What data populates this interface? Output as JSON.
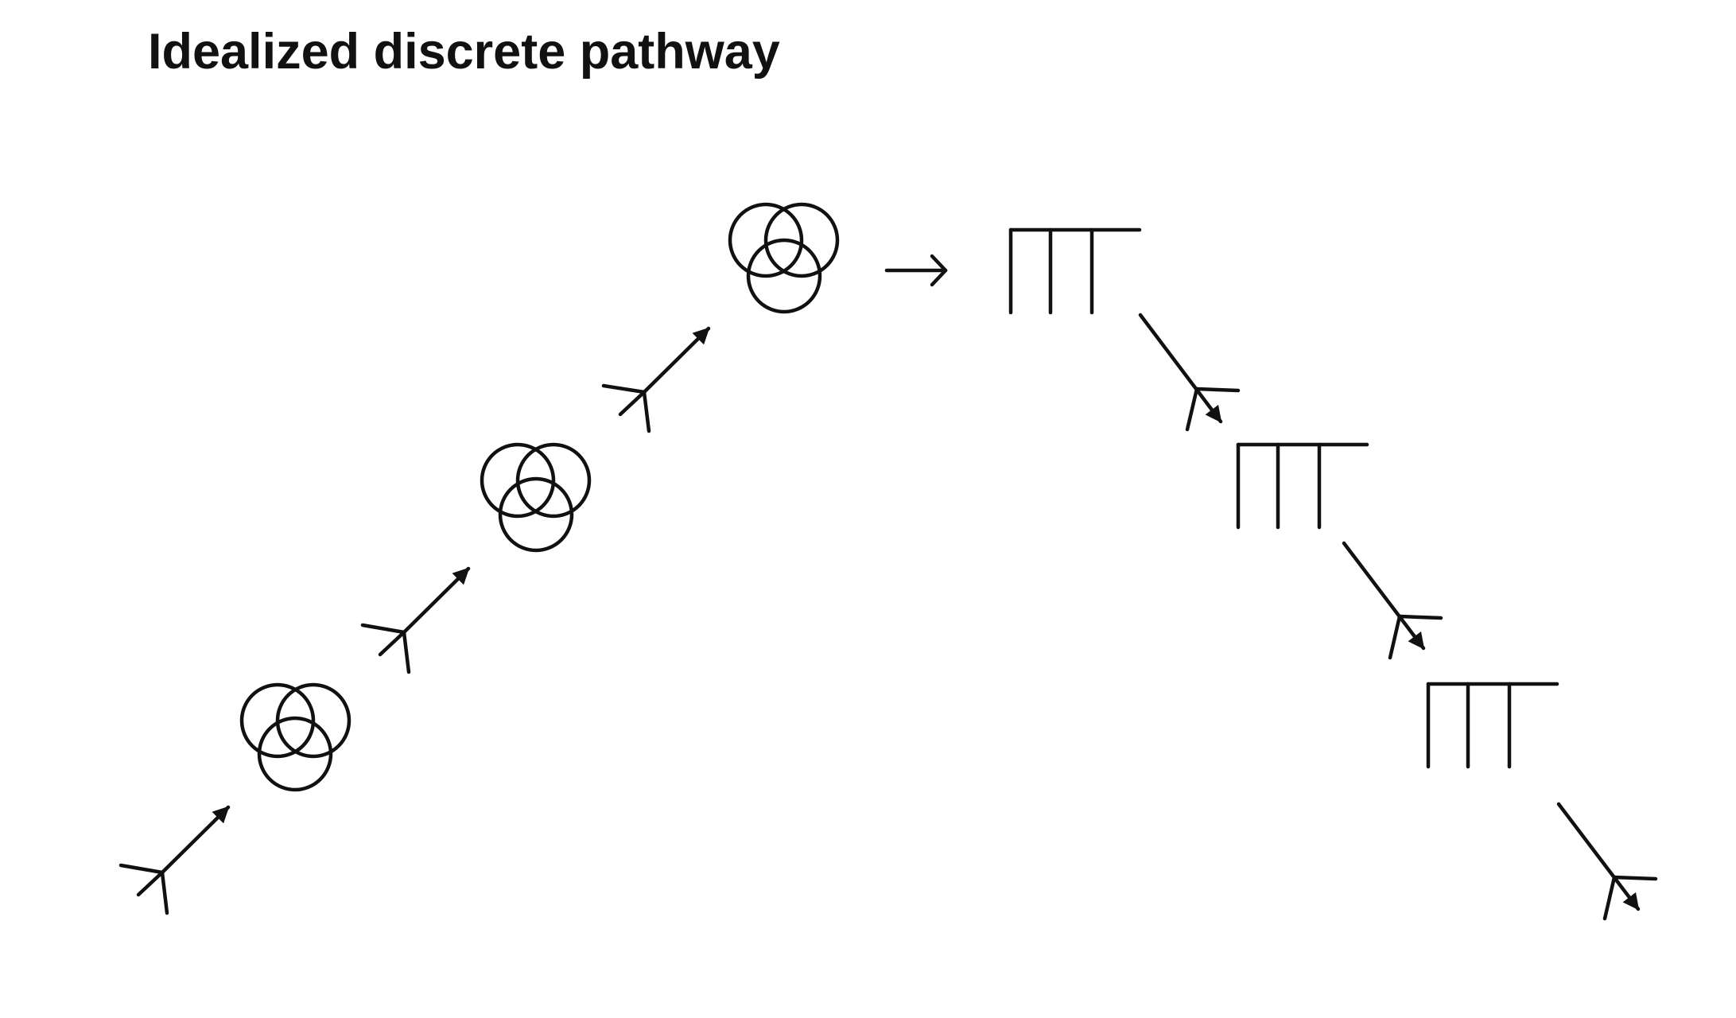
{
  "diagram": {
    "title": "Idealized discrete pathway",
    "stroke_color": "#111111",
    "background_color": "#ffffff",
    "glyphs": {
      "branch": "branching-arrow",
      "cluster": "three-circle-cluster",
      "comb": "comb-bracket",
      "plain_arrow": "right-arrow"
    },
    "ascending_branch_arrows": 3,
    "circle_clusters": 3,
    "comb_brackets": 3,
    "descending_branch_arrows": 3
  }
}
